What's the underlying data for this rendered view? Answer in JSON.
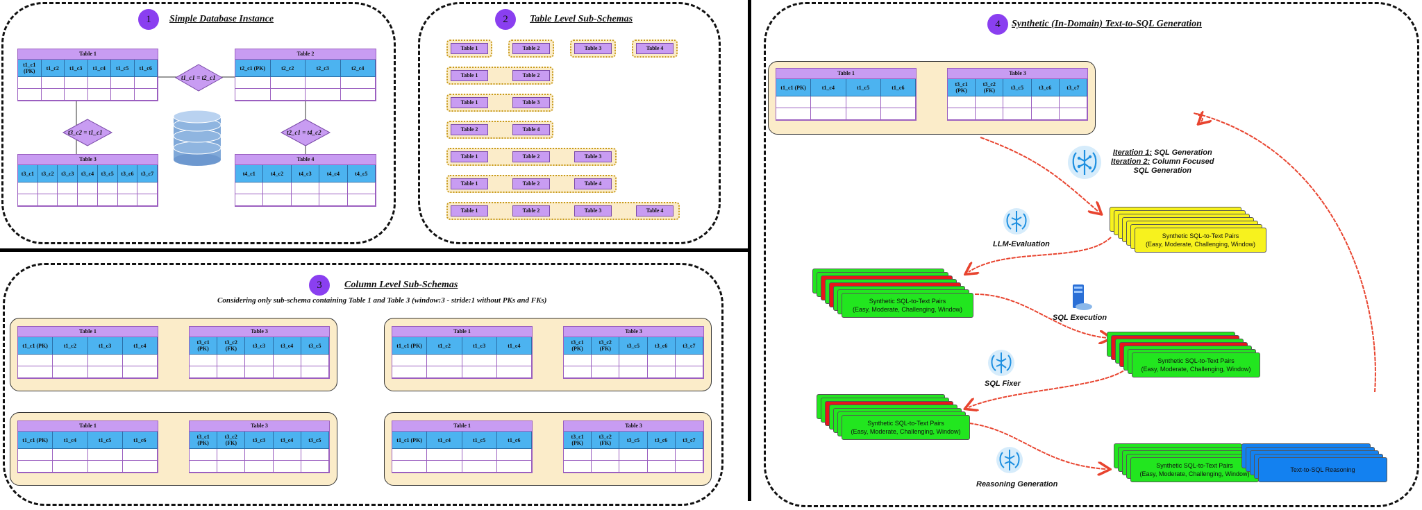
{
  "panels": {
    "p1": {
      "number": "1",
      "title": "Simple Database Instance"
    },
    "p2": {
      "number": "2",
      "title": "Table Level Sub-Schemas"
    },
    "p3": {
      "number": "3",
      "title": "Column Level Sub-Schemas",
      "subtitle": "Considering only sub-schema containing Table 1 and Table 3 (window:3 - stride:1 without PKs and FKs)"
    },
    "p4": {
      "number": "4",
      "title": "Synthetic (In-Domain) Text-to-SQL Generation"
    }
  },
  "tables": {
    "t1": {
      "name": "Table 1",
      "cols": [
        "t1_c1\n(PK)",
        "t1_c2",
        "t1_c3",
        "t1_c4",
        "t1_c5",
        "t1_c6"
      ]
    },
    "t2": {
      "name": "Table 2",
      "cols": [
        "t2_c1 (PK)",
        "t2_c2",
        "t2_c3",
        "t2_c4"
      ]
    },
    "t3": {
      "name": "Table 3",
      "cols": [
        "t3_c1",
        "t3_c2",
        "t3_c3",
        "t3_c4",
        "t3_c5",
        "t3_c6",
        "t3_c7"
      ]
    },
    "t4": {
      "name": "Table 4",
      "cols": [
        "t4_c1",
        "t4_c2",
        "t4_c3",
        "t4_c4",
        "t4_c5"
      ]
    }
  },
  "relations": {
    "r12": "t1_c1 = t2_c1",
    "r13": "t3_c2 = t1_c1",
    "r24": "t2_c1 = t4_c2"
  },
  "subschemas": [
    [
      "Table 1",
      "Table 2",
      "Table 3",
      "Table 4"
    ],
    [
      "Table 1",
      "Table 2"
    ],
    [
      "Table 1",
      "Table 3"
    ],
    [
      "Table 2",
      "Table 4"
    ],
    [
      "Table 1",
      "Table 2",
      "Table 3"
    ],
    [
      "Table 1",
      "Table 2",
      "Table 4"
    ],
    [
      "Table 1",
      "Table 2",
      "Table 3",
      "Table 4"
    ]
  ],
  "column_subschemas": [
    {
      "left": {
        "name": "Table 1",
        "cols": [
          "t1_c1 (PK)",
          "t1_c2",
          "t1_c3",
          "t1_c4"
        ]
      },
      "right": {
        "name": "Table 3",
        "cols": [
          "t3_c1\n(PK)",
          "t3_c2\n(FK)",
          "t3_c3",
          "t3_c4",
          "t3_c5"
        ]
      }
    },
    {
      "left": {
        "name": "Table 1",
        "cols": [
          "t1_c1 (PK)",
          "t1_c2",
          "t1_c3",
          "t1_c4"
        ]
      },
      "right": {
        "name": "Table 3",
        "cols": [
          "t3_c1\n(PK)",
          "t3_c2\n(FK)",
          "t3_c5",
          "t3_c6",
          "t3_c7"
        ]
      }
    },
    {
      "left": {
        "name": "Table 1",
        "cols": [
          "t1_c1 (PK)",
          "t1_c4",
          "t1_c5",
          "t1_c6"
        ]
      },
      "right": {
        "name": "Table 3",
        "cols": [
          "t3_c1\n(PK)",
          "t3_c2\n(FK)",
          "t3_c3",
          "t3_c4",
          "t3_c5"
        ]
      }
    },
    {
      "left": {
        "name": "Table 1",
        "cols": [
          "t1_c1 (PK)",
          "t1_c4",
          "t1_c5",
          "t1_c6"
        ]
      },
      "right": {
        "name": "Table 3",
        "cols": [
          "t3_c1\n(PK)",
          "t3_c2\n(FK)",
          "t3_c5",
          "t3_c6",
          "t3_c7"
        ]
      }
    }
  ],
  "pipeline": {
    "input": {
      "left": {
        "name": "Table 1",
        "cols": [
          "t1_c1 (PK)",
          "t1_c4",
          "t1_c5",
          "t1_c6"
        ]
      },
      "right": {
        "name": "Table 3",
        "cols": [
          "t3_c1\n(PK)",
          "t3_c2\n(FK)",
          "t3_c5",
          "t3_c6",
          "t3_c7"
        ]
      }
    },
    "iteration1_label": "Iteration 1:",
    "iteration1_text": "SQL Generation",
    "iteration2_label": "Iteration 2:",
    "iteration2_text": "Column Focused",
    "iteration2_text2": "SQL Generation",
    "llm_evaluation": "LLM-Evaluation",
    "sql_execution": "SQL Execution",
    "sql_fixer": "SQL Fixer",
    "reasoning_generation": "Reasoning Generation",
    "pairs_line1": "Synthetic SQL-to-Text Pairs",
    "pairs_line2": "(Easy, Moderate, Challenging, Window)",
    "reasoning_label": "Text-to-SQL Reasoning"
  },
  "colors": {
    "yellow": "#f7f21e",
    "green": "#22e61f",
    "red": "#e8151b",
    "blue": "#1381f0",
    "arrow": "#e8442f",
    "purple": "#8a3ff0"
  },
  "icons": [
    "database-icon",
    "brain-icon",
    "server-icon"
  ]
}
